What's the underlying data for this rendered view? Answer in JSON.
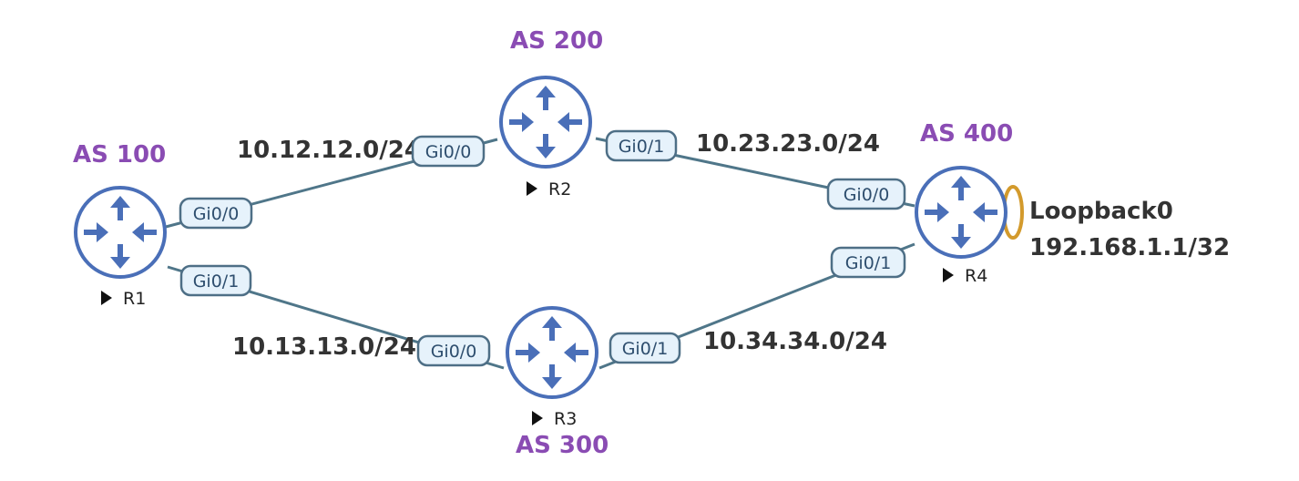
{
  "routers": [
    {
      "id": "r1",
      "name": "R1",
      "as": "AS 100"
    },
    {
      "id": "r2",
      "name": "R2",
      "as": "AS 200"
    },
    {
      "id": "r3",
      "name": "R3",
      "as": "AS 300"
    },
    {
      "id": "r4",
      "name": "R4",
      "as": "AS 400"
    }
  ],
  "networks": {
    "r1_r2": "10.12.12.0/24",
    "r1_r3": "10.13.13.0/24",
    "r2_r4": "10.23.23.0/24",
    "r3_r4": "10.34.34.0/24"
  },
  "interfaces": {
    "r1_gi00": "Gi0/0",
    "r1_gi01": "Gi0/1",
    "r2_gi00": "Gi0/0",
    "r2_gi01": "Gi0/1",
    "r3_gi00": "Gi0/0",
    "r3_gi01": "Gi0/1",
    "r4_gi00": "Gi0/0",
    "r4_gi01": "Gi0/1"
  },
  "loopback": {
    "name": "Loopback0",
    "address": "192.168.1.1/32"
  },
  "colors": {
    "as_label": "#8a4cb3",
    "router": "#4a6fb8",
    "link": "#4f7689",
    "loopback": "#d39a2c"
  }
}
